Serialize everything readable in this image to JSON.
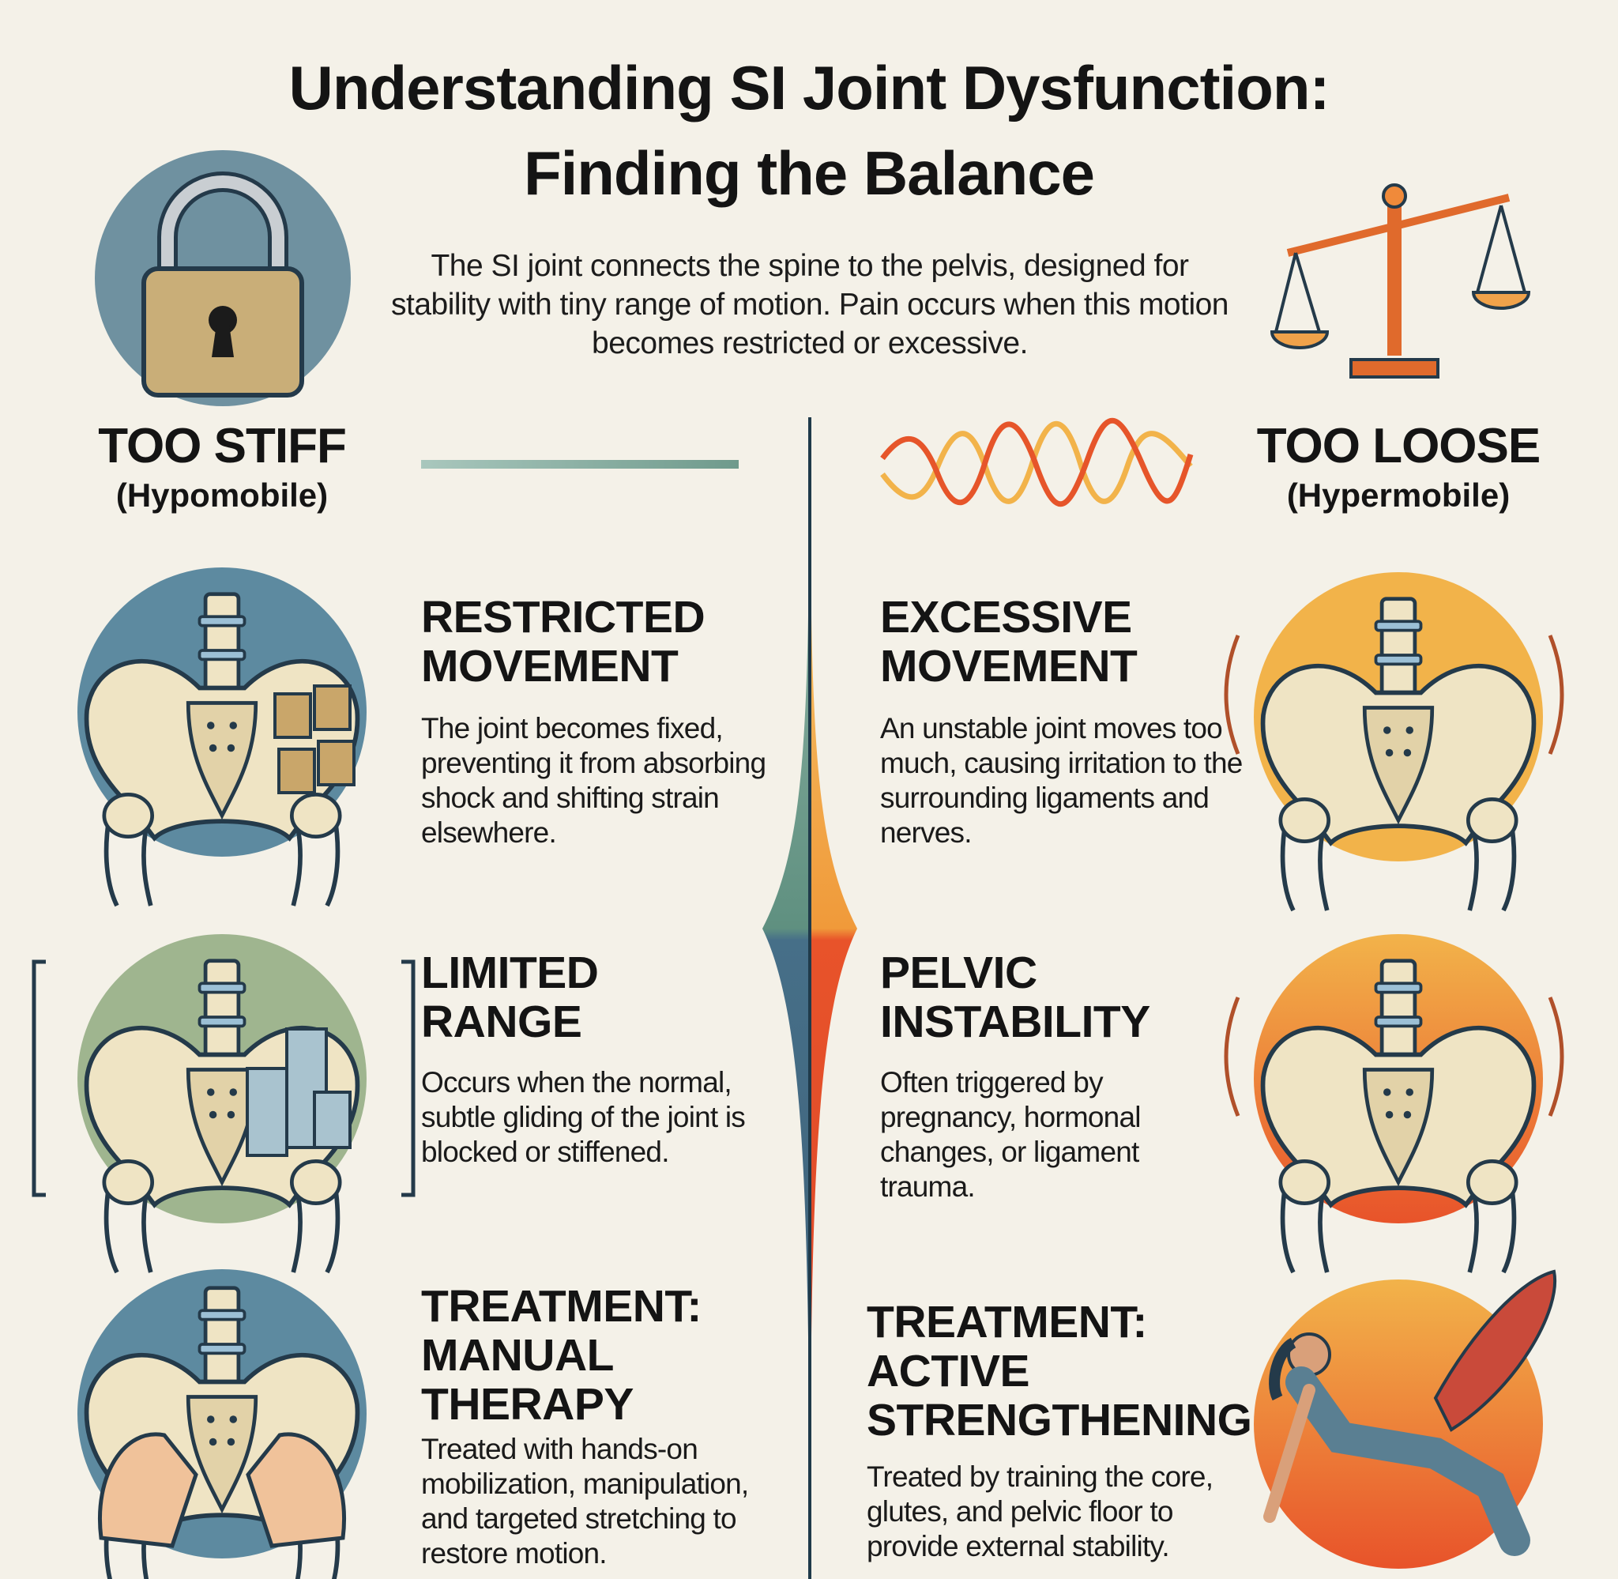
{
  "header": {
    "title_line1": "Understanding SI Joint Dysfunction:",
    "title_line2": "Finding the Balance",
    "description": "The SI joint connects the spine to the pelvis, designed for stability with tiny range of motion. Pain occurs when this motion becomes restricted or excessive."
  },
  "left": {
    "heading": "TOO STIFF",
    "subheading": "(Hypomobile)",
    "icon": "padlock-icon",
    "color": "#4f7f93",
    "sections": [
      {
        "title1": "RESTRICTED",
        "title2": "MOVEMENT",
        "body": "The joint becomes fixed, preventing it from absorbing shock and shifting strain elsewhere."
      },
      {
        "title1": "LIMITED",
        "title2": "RANGE",
        "body": "Occurs when the normal, subtle gliding of the joint is blocked or stiffened."
      },
      {
        "title1": "TREATMENT:",
        "title2": "MANUAL",
        "title3": "THERAPY",
        "body": "Treated with hands-on mobilization, manipulation, and targeted stretching to restore motion."
      }
    ]
  },
  "right": {
    "heading": "TOO LOOSE",
    "subheading": "(Hypermobile)",
    "icon": "balance-scale-icon",
    "color": "#f08a3a",
    "sections": [
      {
        "title1": "EXCESSIVE",
        "title2": "MOVEMENT",
        "body": "An unstable joint moves too much, causing irritation to the surrounding ligaments and nerves."
      },
      {
        "title1": "PELVIC",
        "title2": "INSTABILITY",
        "body": "Often triggered by pregnancy, hormonal changes, or ligament trauma."
      },
      {
        "title1": "TREATMENT:",
        "title2": "ACTIVE",
        "title3": "STRENGTHENING",
        "body": "Treated by training the core, glutes, and pelvic floor to provide external stability."
      }
    ]
  }
}
